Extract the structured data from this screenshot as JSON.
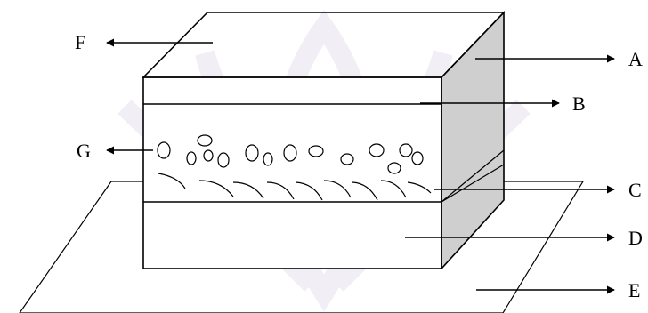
{
  "labels": {
    "A": "A",
    "B": "B",
    "C": "C",
    "D": "D",
    "E": "E",
    "F": "F",
    "G": "G"
  },
  "colors": {
    "side_face": "#cfcfcf",
    "watermark": "#f1eef6",
    "line": "#000000"
  }
}
